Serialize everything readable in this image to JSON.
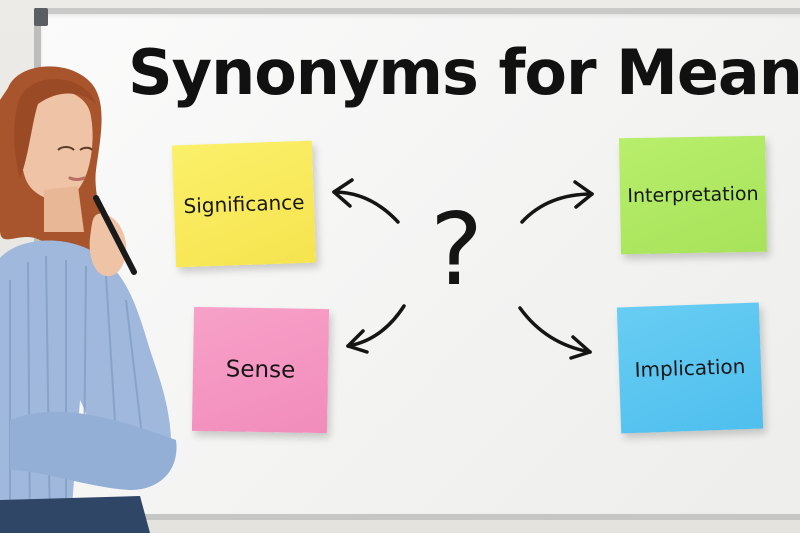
{
  "whiteboard": {
    "title": "Synonyms for Meaning",
    "center_symbol": "?"
  },
  "notes": [
    {
      "label": "Significance",
      "color": "#f6e44f"
    },
    {
      "label": "Interpretation",
      "color": "#a7e35a"
    },
    {
      "label": "Sense",
      "color": "#f28cbb"
    },
    {
      "label": "Implication",
      "color": "#4fbfee"
    }
  ],
  "colors": {
    "board": "#f6f6f5",
    "frame": "#c9c9c7",
    "ink": "#151515"
  },
  "icons": [
    "arrow-icon",
    "question-mark-icon",
    "pen-icon"
  ]
}
